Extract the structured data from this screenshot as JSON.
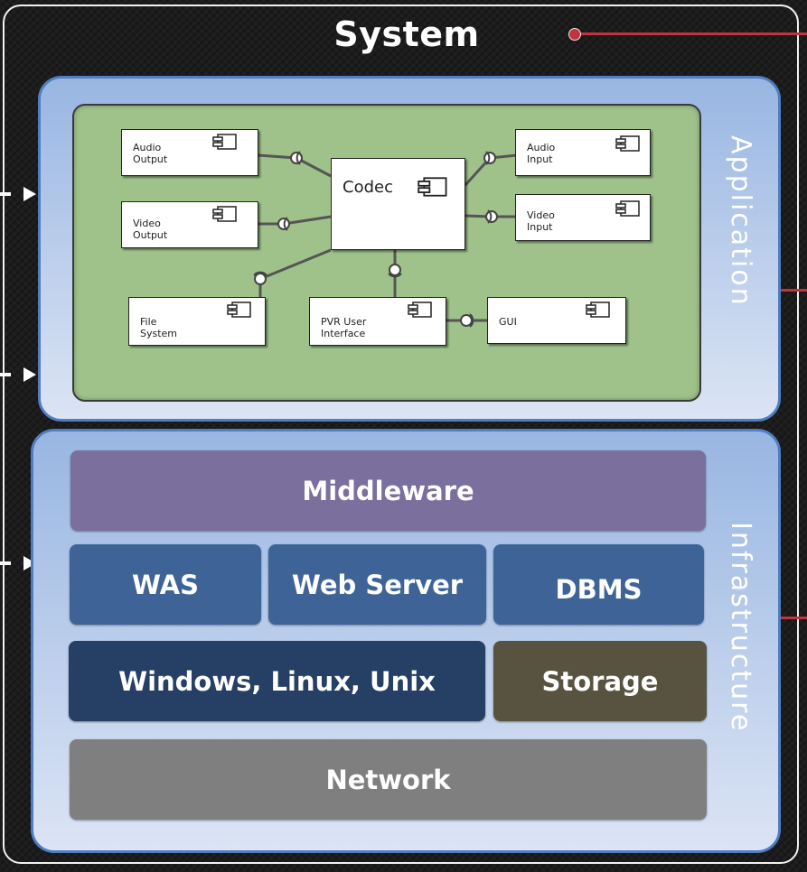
{
  "system": {
    "title": "System"
  },
  "application": {
    "label": "Application",
    "components": [
      {
        "id": "audio-output",
        "label": "Audio\nOutput"
      },
      {
        "id": "video-output",
        "label": "Video\nOutput"
      },
      {
        "id": "codec",
        "label": "Codec"
      },
      {
        "id": "audio-input",
        "label": "Audio\nInput"
      },
      {
        "id": "video-input",
        "label": "Video\nInput"
      },
      {
        "id": "file-system",
        "label": "File\nSystem"
      },
      {
        "id": "pvr-ui",
        "label": "PVR User\nInterface"
      },
      {
        "id": "gui",
        "label": "GUI"
      }
    ]
  },
  "infrastructure": {
    "label": "Infrastructure",
    "blocks": {
      "middleware": "Middleware",
      "was": "WAS",
      "web_server": "Web Server",
      "dbms": "DBMS",
      "os": "Windows, Linux, Unix",
      "storage": "Storage",
      "network": "Network"
    }
  },
  "colors": {
    "middleware": "#7b6f9e",
    "was": "#3e6497",
    "os": "#263f64",
    "storage": "#585340",
    "network": "#7f7f7f",
    "callout": "#c0333f",
    "panel_border": "#4f7ec1",
    "diagram_bg": "#9fc28a"
  }
}
